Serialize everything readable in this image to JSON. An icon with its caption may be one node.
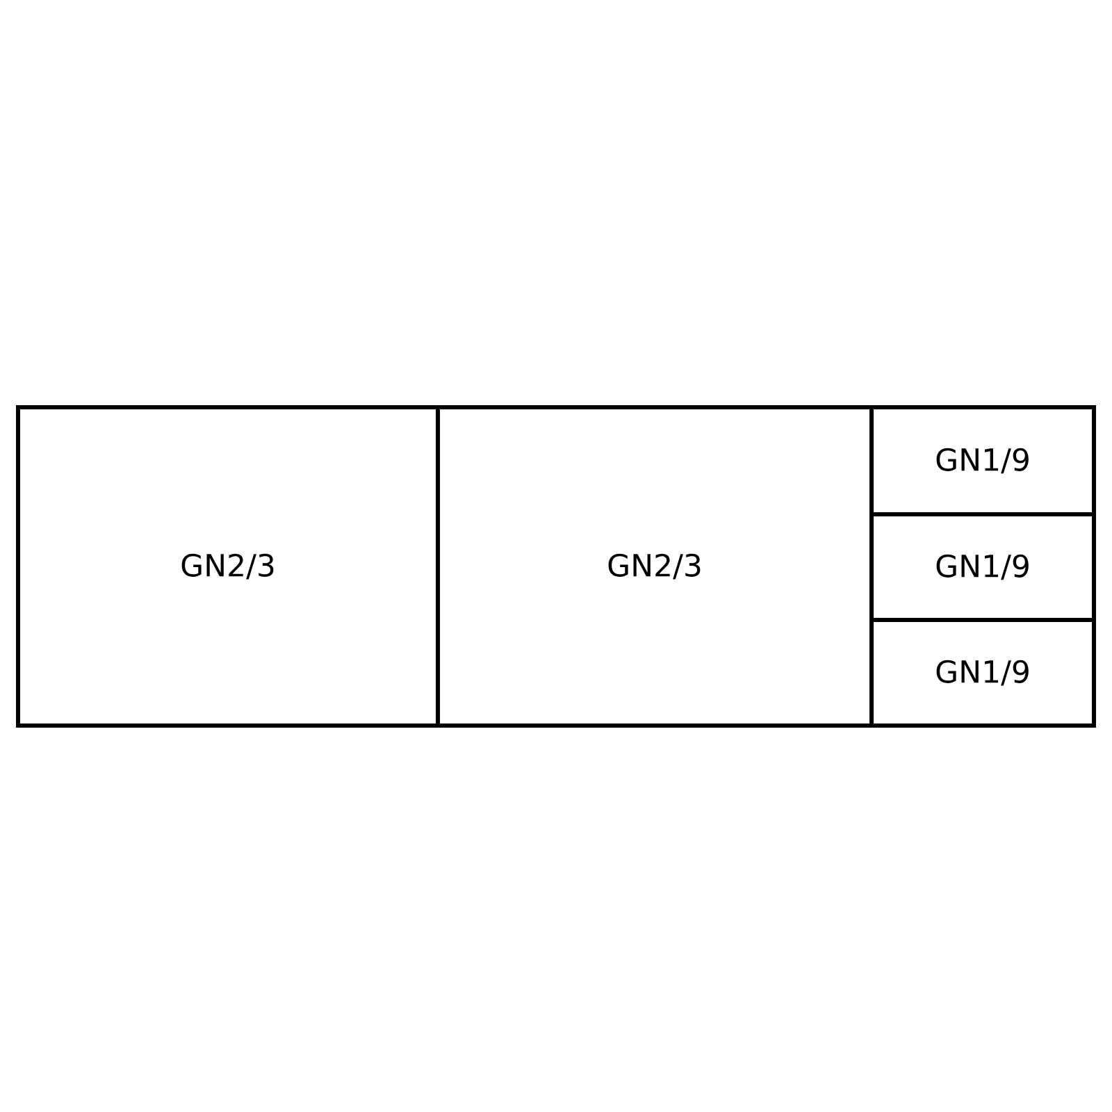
{
  "diagram": {
    "nodes": [
      {
        "text": [
          "GN2/3"
        ]
      },
      {
        "text": [
          "GN2/3"
        ]
      },
      {
        "text": [
          "GN1/9"
        ]
      },
      {
        "text": [
          "GN1/9"
        ]
      },
      {
        "text": [
          "GN1/9"
        ]
      }
    ]
  }
}
